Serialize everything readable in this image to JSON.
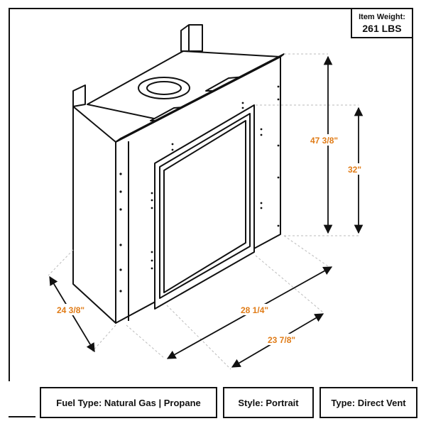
{
  "weight": {
    "label": "Item Weight:",
    "value": "261 LBS"
  },
  "dimensions": {
    "overall_height": "47 3/8\"",
    "opening_height": "32\"",
    "depth": "24 3/8\"",
    "front_width": "28 1/4\"",
    "back_width": "23 7/8\""
  },
  "info": {
    "fuel": "Fuel Type: Natural Gas | Propane",
    "style": "Style: Portrait",
    "type": "Type: Direct Vent"
  },
  "colors": {
    "dimension_text": "#e07b16",
    "line": "#111111",
    "dashed": "#bbbbbb"
  }
}
